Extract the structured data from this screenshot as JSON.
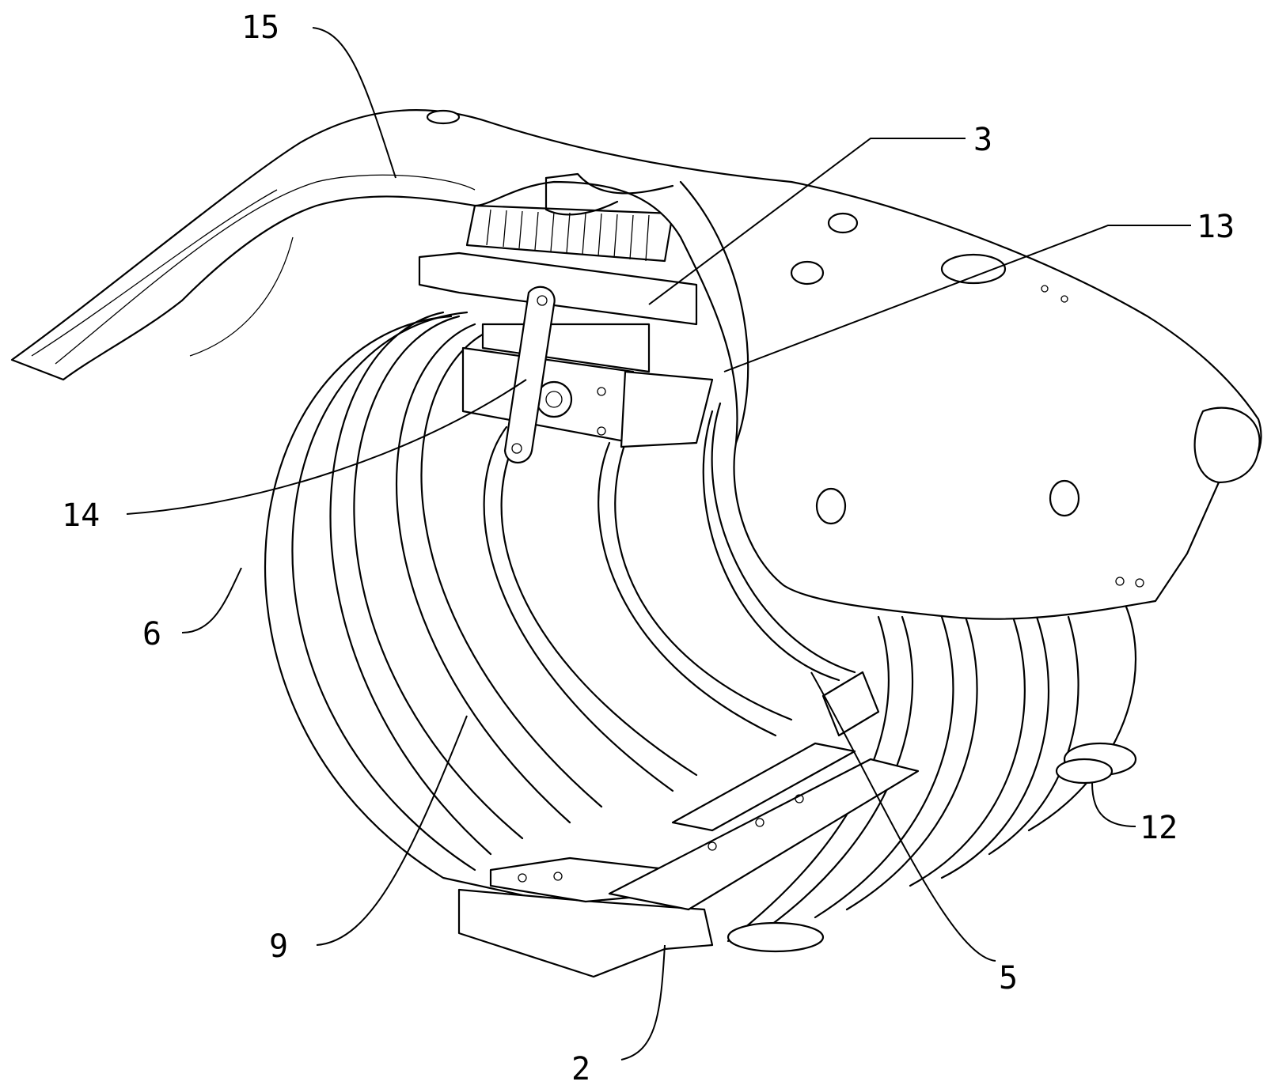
{
  "figure": {
    "labels": {
      "l15": "15",
      "l3": "3",
      "l13": "13",
      "l14": "14",
      "l6": "6",
      "l9": "9",
      "l2": "2",
      "l5": "5",
      "l12": "12"
    }
  }
}
